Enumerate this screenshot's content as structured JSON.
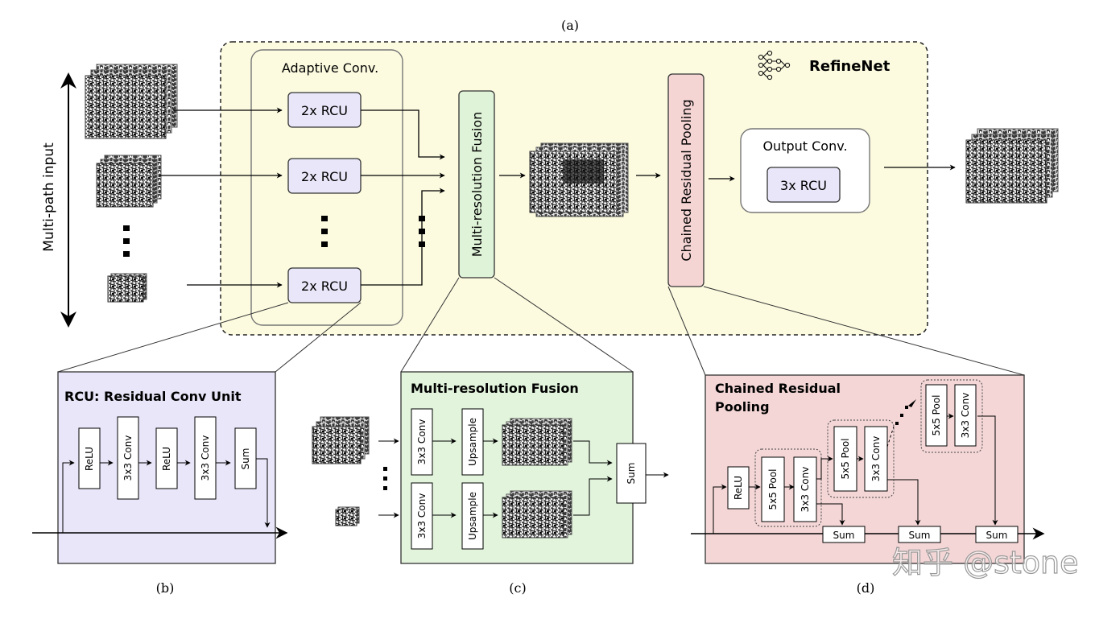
{
  "panel_labels": {
    "a": "(a)",
    "b": "(b)",
    "c": "(c)",
    "d": "(d)"
  },
  "multi_path_input": "Multi-path input",
  "refinenet": {
    "title": "RefineNet",
    "adaptive_conv_title": "Adaptive Conv.",
    "rcu2x": "2x RCU",
    "mrf_label": "Multi-resolution Fusion",
    "crp_label": "Chained Residual Pooling",
    "output_conv_title": "Output Conv.",
    "rcu3x": "3x RCU"
  },
  "rcu_panel": {
    "title": "RCU: Residual Conv Unit",
    "blocks": [
      "ReLU",
      "3x3 Conv",
      "ReLU",
      "3x3 Conv",
      "Sum"
    ]
  },
  "fusion_panel": {
    "title": "Multi-resolution Fusion",
    "conv": "3x3 Conv",
    "upsample": "Upsample",
    "sum": "Sum"
  },
  "crp_panel": {
    "title_line1": "Chained Residual",
    "title_line2": "Pooling",
    "relu": "ReLU",
    "pool": "5x5 Pool",
    "conv": "3x3 Conv",
    "sum": "Sum"
  },
  "watermark": "知乎 @stone",
  "colors": {
    "refinenet_bg": "#fcfbe0",
    "rcu_block": "#e8e6f8",
    "mrf_box": "#dff3d8",
    "crp_box": "#f5d4d4",
    "rcu_panel_bg": "#e8e6f8",
    "fusion_panel_bg": "#e2f4dc",
    "crp_panel_bg": "#f4d6d6"
  }
}
